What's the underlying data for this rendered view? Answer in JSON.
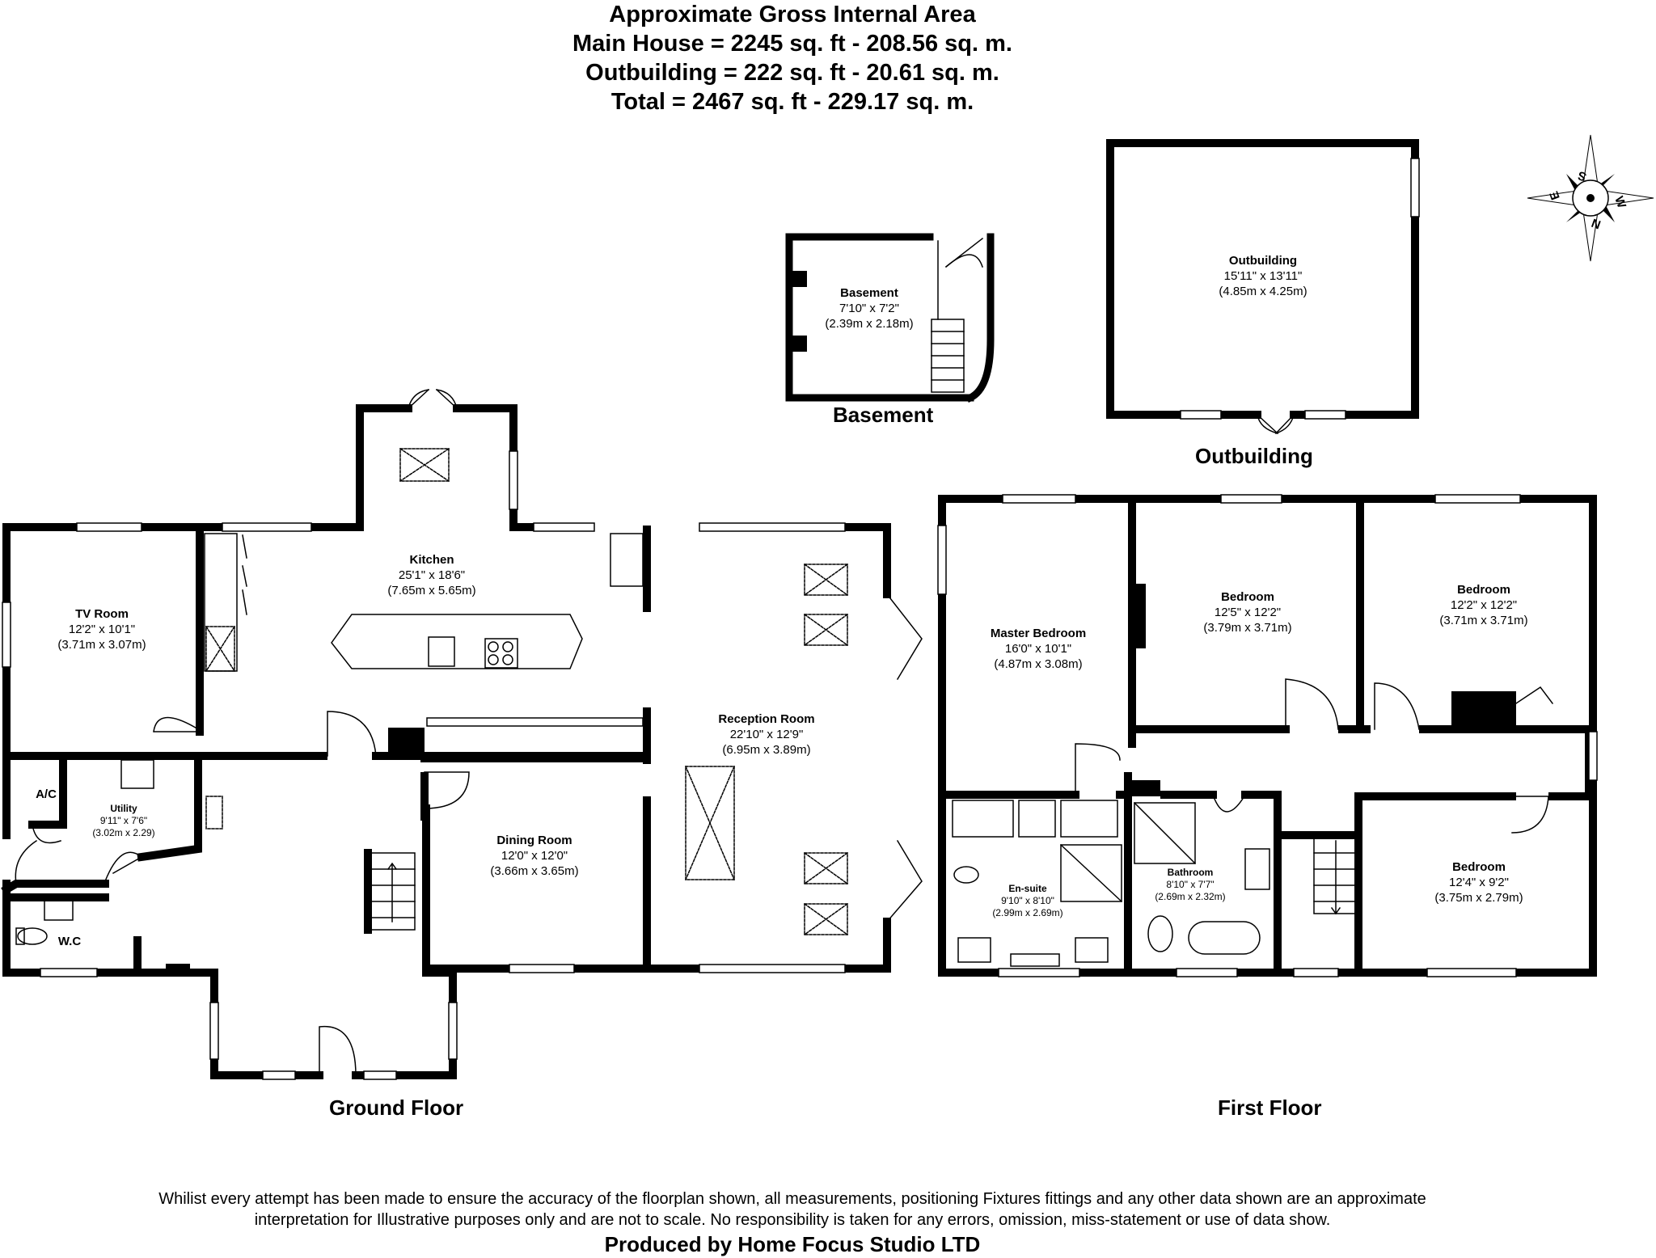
{
  "header": {
    "line1": "Approximate Gross Internal Area",
    "line2": "Main House = 2245 sq. ft - 208.56 sq. m.",
    "line3": "Outbuilding = 222 sq. ft - 20.61 sq. m.",
    "line4": "Total = 2467 sq. ft - 229.17 sq. m."
  },
  "compass": {
    "s": "S",
    "w": "W",
    "n": "N",
    "e": "E"
  },
  "floors": {
    "basement": "Basement",
    "outbuilding": "Outbuilding",
    "ground": "Ground Floor",
    "first": "First Floor"
  },
  "rooms": {
    "basement": {
      "name": "Basement",
      "imperial": "7'10\" x 7'2\"",
      "metric": "(2.39m x 2.18m)"
    },
    "outbuilding": {
      "name": "Outbuilding",
      "imperial": "15'11\" x 13'11\"",
      "metric": "(4.85m x 4.25m)"
    },
    "kitchen": {
      "name": "Kitchen",
      "imperial": "25'1\" x 18'6\"",
      "metric": "(7.65m x 5.65m)"
    },
    "tv_room": {
      "name": "TV Room",
      "imperial": "12'2\" x 10'1\"",
      "metric": "(3.71m x 3.07m)"
    },
    "reception": {
      "name": "Reception Room",
      "imperial": "22'10\" x 12'9\"",
      "metric": "(6.95m x 3.89m)"
    },
    "dining": {
      "name": "Dining Room",
      "imperial": "12'0\" x 12'0\"",
      "metric": "(3.66m x 3.65m)"
    },
    "utility": {
      "name": "Utility",
      "imperial": "9'11\" x 7'6\"",
      "metric": "(3.02m x 2.29)"
    },
    "ac": {
      "name": "A/C"
    },
    "wc": {
      "name": "W.C"
    },
    "master": {
      "name": "Master Bedroom",
      "imperial": "16'0\" x 10'1\"",
      "metric": "(4.87m x 3.08m)"
    },
    "bed2": {
      "name": "Bedroom",
      "imperial": "12'5\" x 12'2\"",
      "metric": "(3.79m x 3.71m)"
    },
    "bed3": {
      "name": "Bedroom",
      "imperial": "12'2\" x 12'2\"",
      "metric": "(3.71m x 3.71m)"
    },
    "ensuite": {
      "name": "En-suite",
      "imperial": "9'10\" x 8'10\"",
      "metric": "(2.99m x 2.69m)"
    },
    "bathroom": {
      "name": "Bathroom",
      "imperial": "8'10\" x 7'7\"",
      "metric": "(2.69m x 2.32m)"
    },
    "bed4": {
      "name": "Bedroom",
      "imperial": "12'4\" x 9'2\"",
      "metric": "(3.75m x 2.79m)"
    }
  },
  "footer": {
    "disclaimer1": "Whilist every attempt has been made to ensure the accuracy of the floorplan shown, all measurements, positioning Fixtures fittings and any other data shown are an approximate",
    "disclaimer2": "interpretation for Illustrative purposes only  and are not to scale. No responsibility is taken for any errors, omission, miss-statement or use of data show.",
    "producer": "Produced by Home Focus Studio LTD"
  }
}
